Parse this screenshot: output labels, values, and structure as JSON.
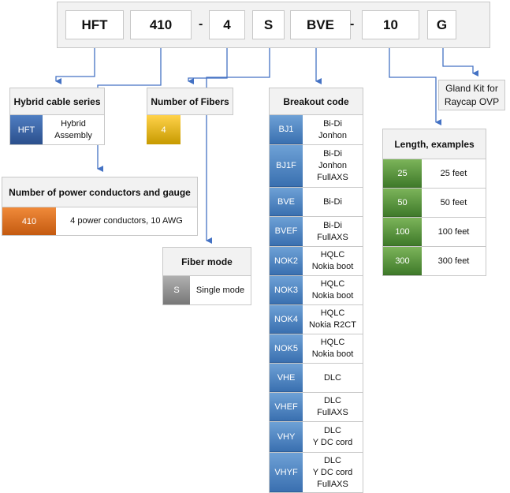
{
  "part_number": {
    "segments": [
      "HFT",
      "410",
      "-",
      "4",
      "S",
      "BVE",
      "-",
      "10",
      "G"
    ]
  },
  "hybrid": {
    "title": "Hybrid cable series",
    "code": "HFT",
    "desc": "Hybrid Assembly"
  },
  "fibers": {
    "title": "Number of Fibers",
    "code": "4"
  },
  "power": {
    "title": "Number of power conductors and gauge",
    "code": "410",
    "desc": "4 power conductors, 10 AWG"
  },
  "mode": {
    "title": "Fiber mode",
    "code": "S",
    "desc": "Single mode"
  },
  "breakout": {
    "title": "Breakout code",
    "rows": [
      {
        "code": "BJ1",
        "desc": "Bi-Di\nJonhon"
      },
      {
        "code": "BJ1F",
        "desc": "Bi-Di\nJonhon\nFullAXS"
      },
      {
        "code": "BVE",
        "desc": "Bi-Di"
      },
      {
        "code": "BVEF",
        "desc": "Bi-Di\nFullAXS"
      },
      {
        "code": "NOK2",
        "desc": "HQLC\nNokia boot"
      },
      {
        "code": "NOK3",
        "desc": "HQLC\nNokia boot"
      },
      {
        "code": "NOK4",
        "desc": "HQLC\nNokia R2CT"
      },
      {
        "code": "NOK5",
        "desc": "HQLC\nNokia boot"
      },
      {
        "code": "VHE",
        "desc": "DLC"
      },
      {
        "code": "VHEF",
        "desc": "DLC\nFullAXS"
      },
      {
        "code": "VHY",
        "desc": "DLC\nY DC cord"
      },
      {
        "code": "VHYF",
        "desc": "DLC\nY DC cord\nFullAXS"
      }
    ]
  },
  "length": {
    "title": "Length, examples",
    "rows": [
      {
        "code": "25",
        "desc": "25 feet"
      },
      {
        "code": "50",
        "desc": "50 feet"
      },
      {
        "code": "100",
        "desc": "100 feet"
      },
      {
        "code": "300",
        "desc": "300 feet"
      }
    ]
  },
  "gland": {
    "text": "Gland Kit for\nRaycap OVP"
  },
  "colors": {
    "connector": "#4472c4"
  }
}
